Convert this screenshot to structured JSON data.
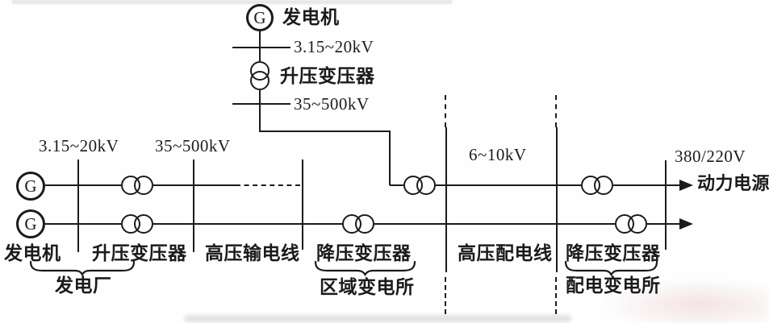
{
  "colors": {
    "ink": "#1b1b1b",
    "background": "#fefefe"
  },
  "top_branch": {
    "generator_symbol": "G",
    "generator_label": "发电机",
    "bus1_voltage": "3.15~20kV",
    "transformer_label": "升压变压器",
    "bus2_voltage": "35~500kV"
  },
  "main_row": {
    "generator_symbols": [
      "G",
      "G"
    ],
    "voltages": {
      "generation": "3.15~20kV",
      "transmission": "35~500kV",
      "distribution": "6~10kV",
      "low_voltage": "380/220V"
    },
    "sections": [
      "发电机",
      "升压变压器",
      "高压输电线",
      "降压变压器",
      "高压配电线",
      "降压变压器"
    ],
    "groups": [
      "发电厂",
      "区域变电所",
      "配电变电所"
    ],
    "output_label": "动力电源"
  }
}
